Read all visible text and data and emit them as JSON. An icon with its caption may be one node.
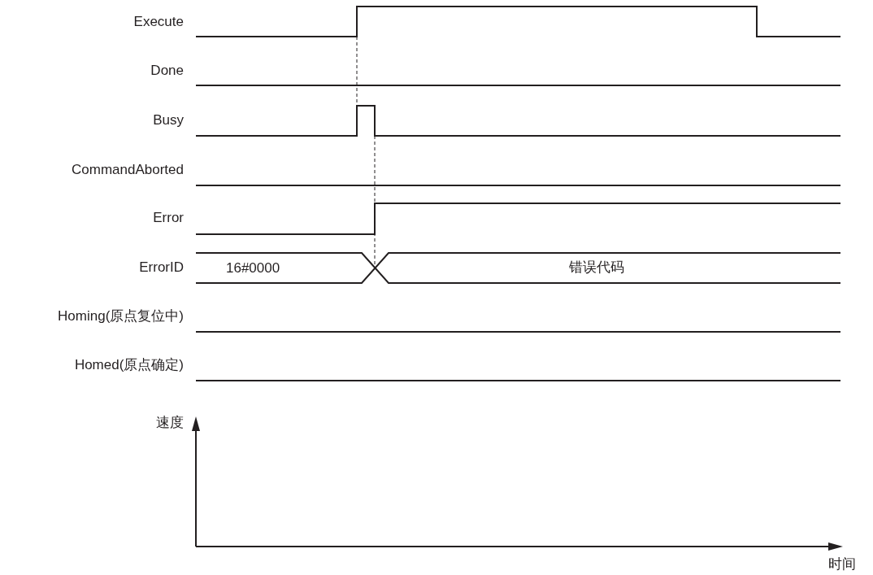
{
  "diagram": {
    "labels": [
      "Execute",
      "Done",
      "Busy",
      "CommandAborted",
      "Error",
      "ErrorID",
      "16#0000",
      "错误代码",
      "Homing(原点复位中)",
      "Homed(原点确定)",
      "速度",
      "时间"
    ]
  }
}
